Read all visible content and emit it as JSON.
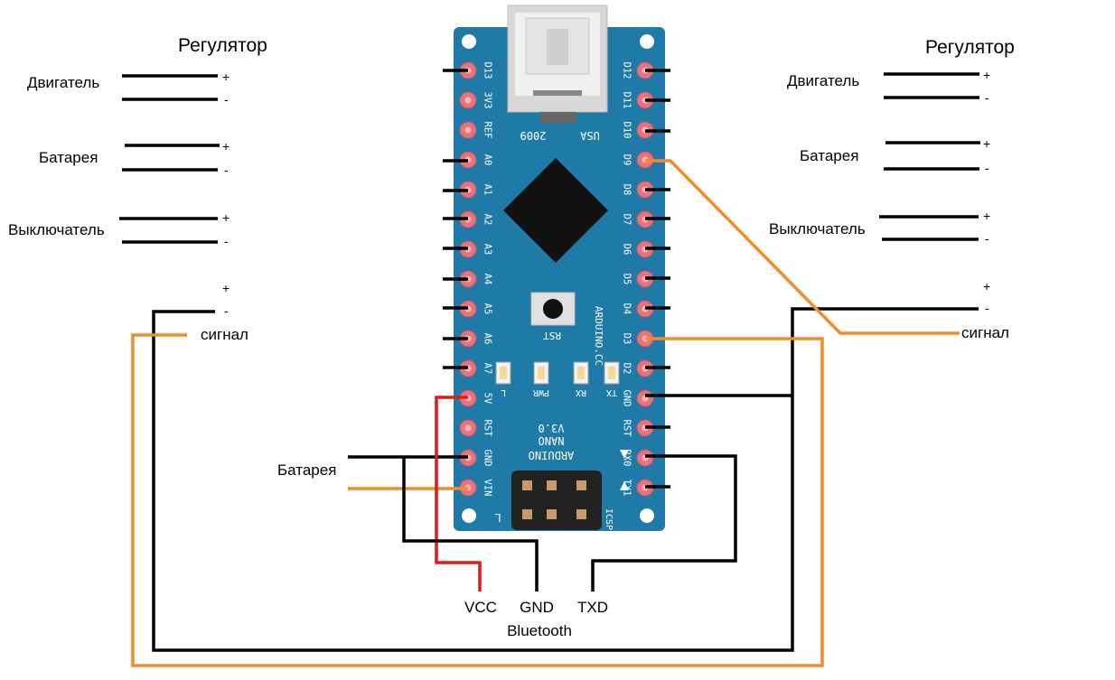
{
  "left_regulator": {
    "title": "Регулятор",
    "motor": "Двигатель",
    "battery": "Батарея",
    "switch": "Выключатель",
    "plus": "+",
    "minus": "-",
    "signal": "сигнал"
  },
  "right_regulator": {
    "title": "Регулятор",
    "motor": "Двигатель",
    "battery": "Батарея",
    "switch": "Выключатель",
    "plus": "+",
    "minus": "-",
    "signal": "сигнал"
  },
  "battery_label": "Батарея",
  "bluetooth": {
    "vcc": "VCC",
    "gnd": "GND",
    "txd": "TXD",
    "name": "Bluetooth"
  },
  "board": {
    "left_pins": [
      "D13",
      "3V3",
      "REF",
      "A0",
      "A1",
      "A2",
      "A3",
      "A4",
      "A5",
      "A6",
      "A7",
      "5V",
      "RST",
      "GND",
      "VIN"
    ],
    "right_pins": [
      "D12",
      "D11",
      "D10",
      "D9",
      "D8",
      "D7",
      "D6",
      "D5",
      "D4",
      "D3",
      "D2",
      "GND",
      "RST",
      "RX0",
      "TX1"
    ],
    "year": "2009",
    "country": "USA",
    "rst_button": "RST",
    "site": "ARDUINO.CC",
    "leds": [
      "L",
      "PWR",
      "RX",
      "TX"
    ],
    "name_line1": "ARDUINO",
    "name_line2": "NANO",
    "name_line3": "V3.0",
    "icsp": "ICSP",
    "colors": {
      "board": "#1f7aa8",
      "pin": "#e8737c",
      "chip": "#111111"
    }
  },
  "wire_colors": {
    "black": "#000000",
    "orange": "#f28c28",
    "red": "#e01b1b"
  }
}
